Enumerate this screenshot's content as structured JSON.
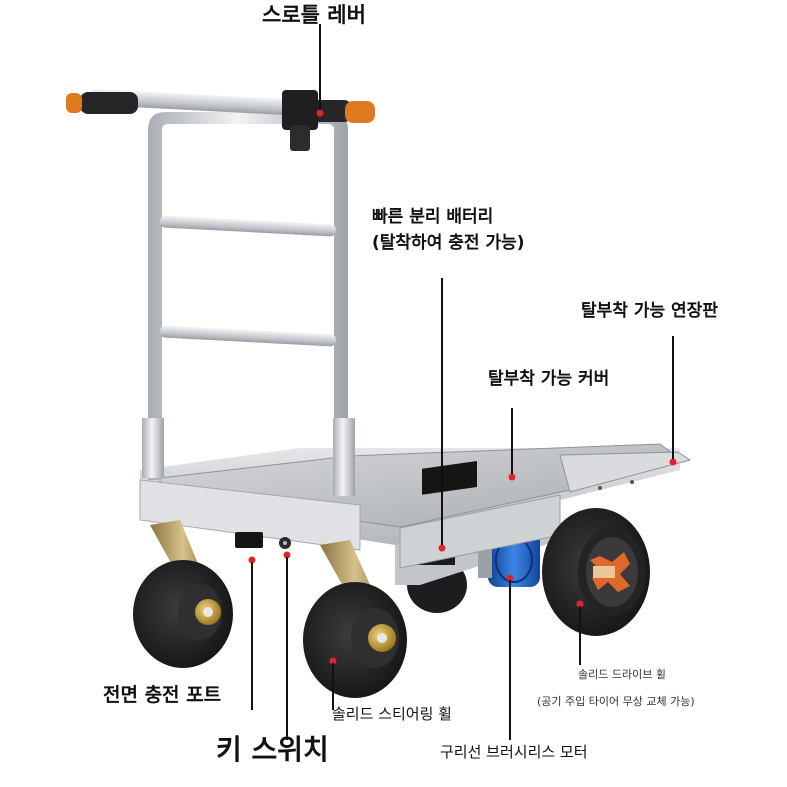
{
  "labels": {
    "throttle_lever": "스로틀 레버",
    "battery_line1": "빠른 분리 배터리",
    "battery_line2": "(탈착하여 충전 가능)",
    "extension_plate": "탈부착 가능 연장판",
    "removable_cover": "탈부착 가능 커버",
    "drive_wheel_line1": "솔리드 드라이브 휠",
    "drive_wheel_line2": "(공기 주입 타이어 무상 교체 가능)",
    "front_charging_port": "전면 충전 포트",
    "steering_wheel": "솔리드 스티어링 휠",
    "key_switch": "키 스위치",
    "brushless_motor": "구리선 브러시리스 모터"
  },
  "colors": {
    "marker": "#e0242e",
    "frame": "#c9ccd0",
    "deck": "#b9bcc0",
    "tire": "#2a2a2c",
    "hub_gold": "#c9a23a",
    "grip_orange": "#e07a1f",
    "motor_blue": "#1e63c8",
    "leader": "#111111"
  }
}
